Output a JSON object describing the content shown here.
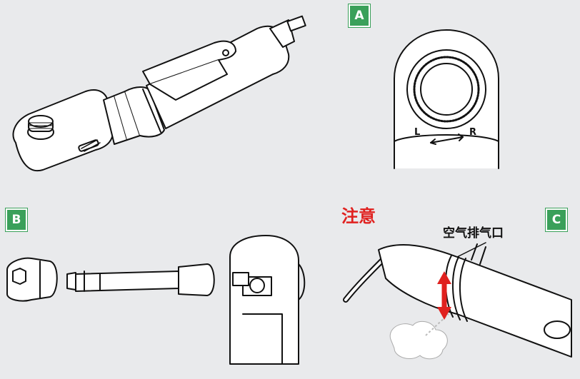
{
  "labels": {
    "a": "A",
    "b": "B",
    "c": "C"
  },
  "caution_text": "注意",
  "air_outlet_label": "空气排气口",
  "direction": {
    "left": "L",
    "right": "R"
  },
  "colors": {
    "badge": "#3aa05a",
    "caution": "#e0211f",
    "arrow": "#e0211f"
  }
}
